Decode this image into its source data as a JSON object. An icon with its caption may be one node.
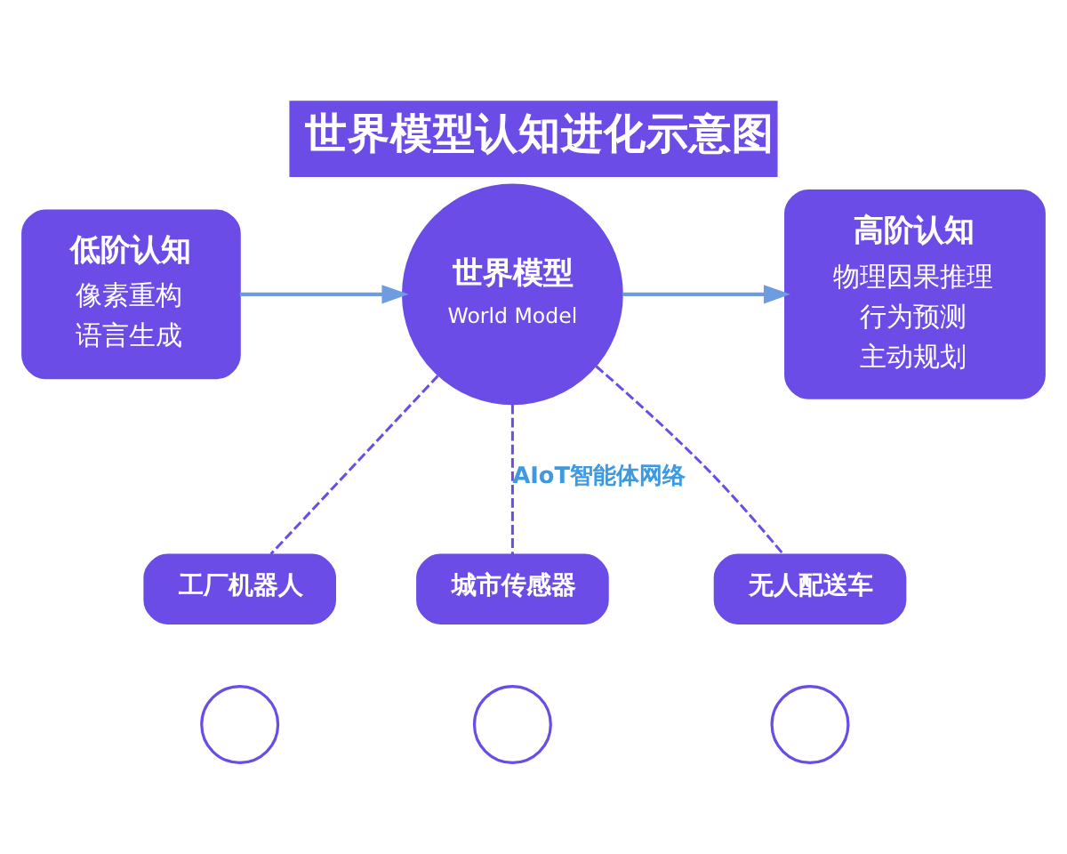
{
  "diagram": {
    "title": "世界模型认知进化示意图",
    "nodes": [
      {
        "text": [
          "低阶认知",
          "像素重构",
          "语言生成"
        ]
      },
      {
        "text": [
          "世界模型",
          "World Model"
        ]
      },
      {
        "text": [
          "高阶认知",
          "物理因果推理",
          "行为预测",
          "主动规划"
        ]
      },
      {
        "text": [
          "工厂机器人"
        ]
      },
      {
        "text": [
          "城市传感器"
        ]
      },
      {
        "text": [
          "无人配送车"
        ]
      },
      {
        "text": [],
        "shape": "circle"
      },
      {
        "text": [],
        "shape": "circle"
      },
      {
        "text": [],
        "shape": "circle"
      }
    ],
    "edges": [
      {
        "from": 0,
        "to": 1,
        "arrow": "to",
        "color": "#6f9be0"
      },
      {
        "from": 1,
        "to": 2,
        "arrow": "to",
        "color": "#6f9be0"
      },
      {
        "from": 1,
        "to": 3,
        "arrow": "none",
        "style": "dashed"
      },
      {
        "from": 1,
        "to": 4,
        "arrow": "none",
        "style": "dashed",
        "label": "AIoT智能体网络"
      },
      {
        "from": 1,
        "to": 5,
        "arrow": "none",
        "style": "dashed"
      }
    ]
  }
}
